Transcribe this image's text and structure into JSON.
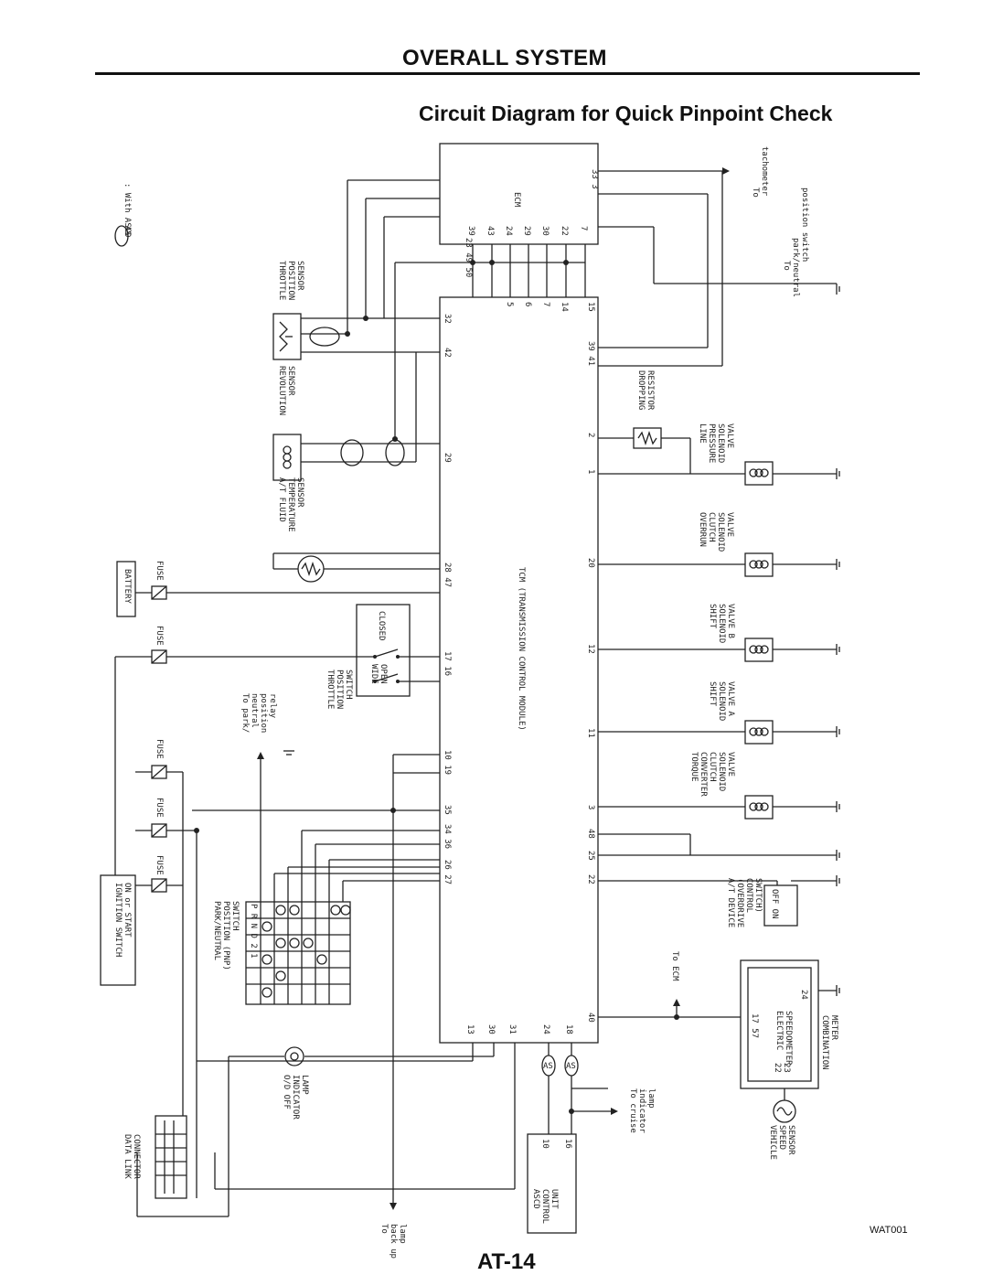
{
  "header": {
    "section_title": "OVERALL SYSTEM",
    "subtitle": "Circuit Diagram for Quick Pinpoint Check"
  },
  "footer": {
    "figure_id": "WAT001",
    "page_number": "AT-14"
  },
  "diagram": {
    "legend": ": With ASCD",
    "legend_symbol": "AS",
    "modules": {
      "tcm": "TCM (TRANSMISSION CONTROL MODULE)",
      "ecm": "ECM",
      "ascd": [
        "ASCD",
        "CONTROL",
        "UNIT"
      ],
      "ignition": [
        "IGNITION SWITCH",
        "ON or START"
      ],
      "battery": "BATTERY",
      "fuse": "FUSE",
      "dlc": [
        "DATA LINK",
        "CONNECTOR"
      ],
      "meter": [
        "COMBINATION",
        "METER"
      ],
      "speedometer": [
        "ELECTRIC",
        "SPEEDOMETER"
      ]
    },
    "components": {
      "tps": [
        "THROTTLE",
        "POSITION",
        "SENSOR"
      ],
      "rev": [
        "REVOLUTION",
        "SENSOR"
      ],
      "fluid": [
        "A/T FLUID",
        "TEMPERATURE",
        "SENSOR"
      ],
      "tpsw": [
        "THROTTLE",
        "POSITION",
        "SWITCH"
      ],
      "closed": "CLOSED",
      "wide": [
        "WIDE",
        "OPEN"
      ],
      "pnp": [
        "PARK/NEUTRAL",
        "POSITION (PNP)",
        "SWITCH"
      ],
      "pnp_grid": "P R N D 2 1",
      "od_lamp": [
        "O/D OFF",
        "INDICATOR",
        "LAMP"
      ],
      "dropping": [
        "DROPPING",
        "RESISTOR"
      ],
      "line": [
        "LINE",
        "PRESSURE",
        "SOLENOID",
        "VALVE"
      ],
      "overrun": [
        "OVERRUN",
        "CLUTCH",
        "SOLENOID",
        "VALVE"
      ],
      "shift_b": [
        "SHIFT",
        "SOLENOID",
        "VALVE B"
      ],
      "shift_a": [
        "SHIFT",
        "SOLENOID",
        "VALVE A"
      ],
      "tcc": [
        "TORQUE",
        "CONVERTER",
        "CLUTCH",
        "SOLENOID",
        "VALVE"
      ],
      "od_switch": [
        "A/T DEVICE",
        "(OVERDRIVE",
        "CONTROL",
        "SWITCH)"
      ],
      "od_switch_pos": "OFF ON",
      "vss": [
        "VEHICLE",
        "SPEED",
        "SENSOR"
      ]
    },
    "destinations": {
      "tach": [
        "To",
        "tachometer"
      ],
      "pnp_sw": [
        "To",
        "park/neutral",
        "position switch"
      ],
      "pnp_relay": [
        "To park/",
        "neutral",
        "position",
        "relay"
      ],
      "to_ecm": "To ECM",
      "cruise": [
        "To cruise",
        "indicator",
        "lamp"
      ],
      "backup": [
        "To",
        "back up",
        "lamp"
      ]
    },
    "pins": {
      "ecm_top": "23 49 50",
      "ecm_right": "33 3",
      "ecm_bottom": [
        "39",
        "43",
        "24",
        "29",
        "30",
        "22",
        "7"
      ],
      "tcm_top_left": [
        "32",
        "42",
        "29",
        "28 47",
        "17 16",
        "10 19",
        "35",
        "34 36",
        "26 27"
      ],
      "tcm_top_right": [
        "5",
        "6",
        "7",
        "14",
        "15",
        "39 41",
        "2",
        "1",
        "20",
        "12",
        "11",
        "3",
        "48",
        "25",
        "22"
      ],
      "tcm_bottom": [
        "13",
        "30",
        "31",
        "24",
        "18",
        "40"
      ],
      "ascd_pins": [
        "10",
        "16"
      ],
      "meter_pins": [
        "17 57",
        "22",
        "23",
        "24"
      ]
    }
  }
}
